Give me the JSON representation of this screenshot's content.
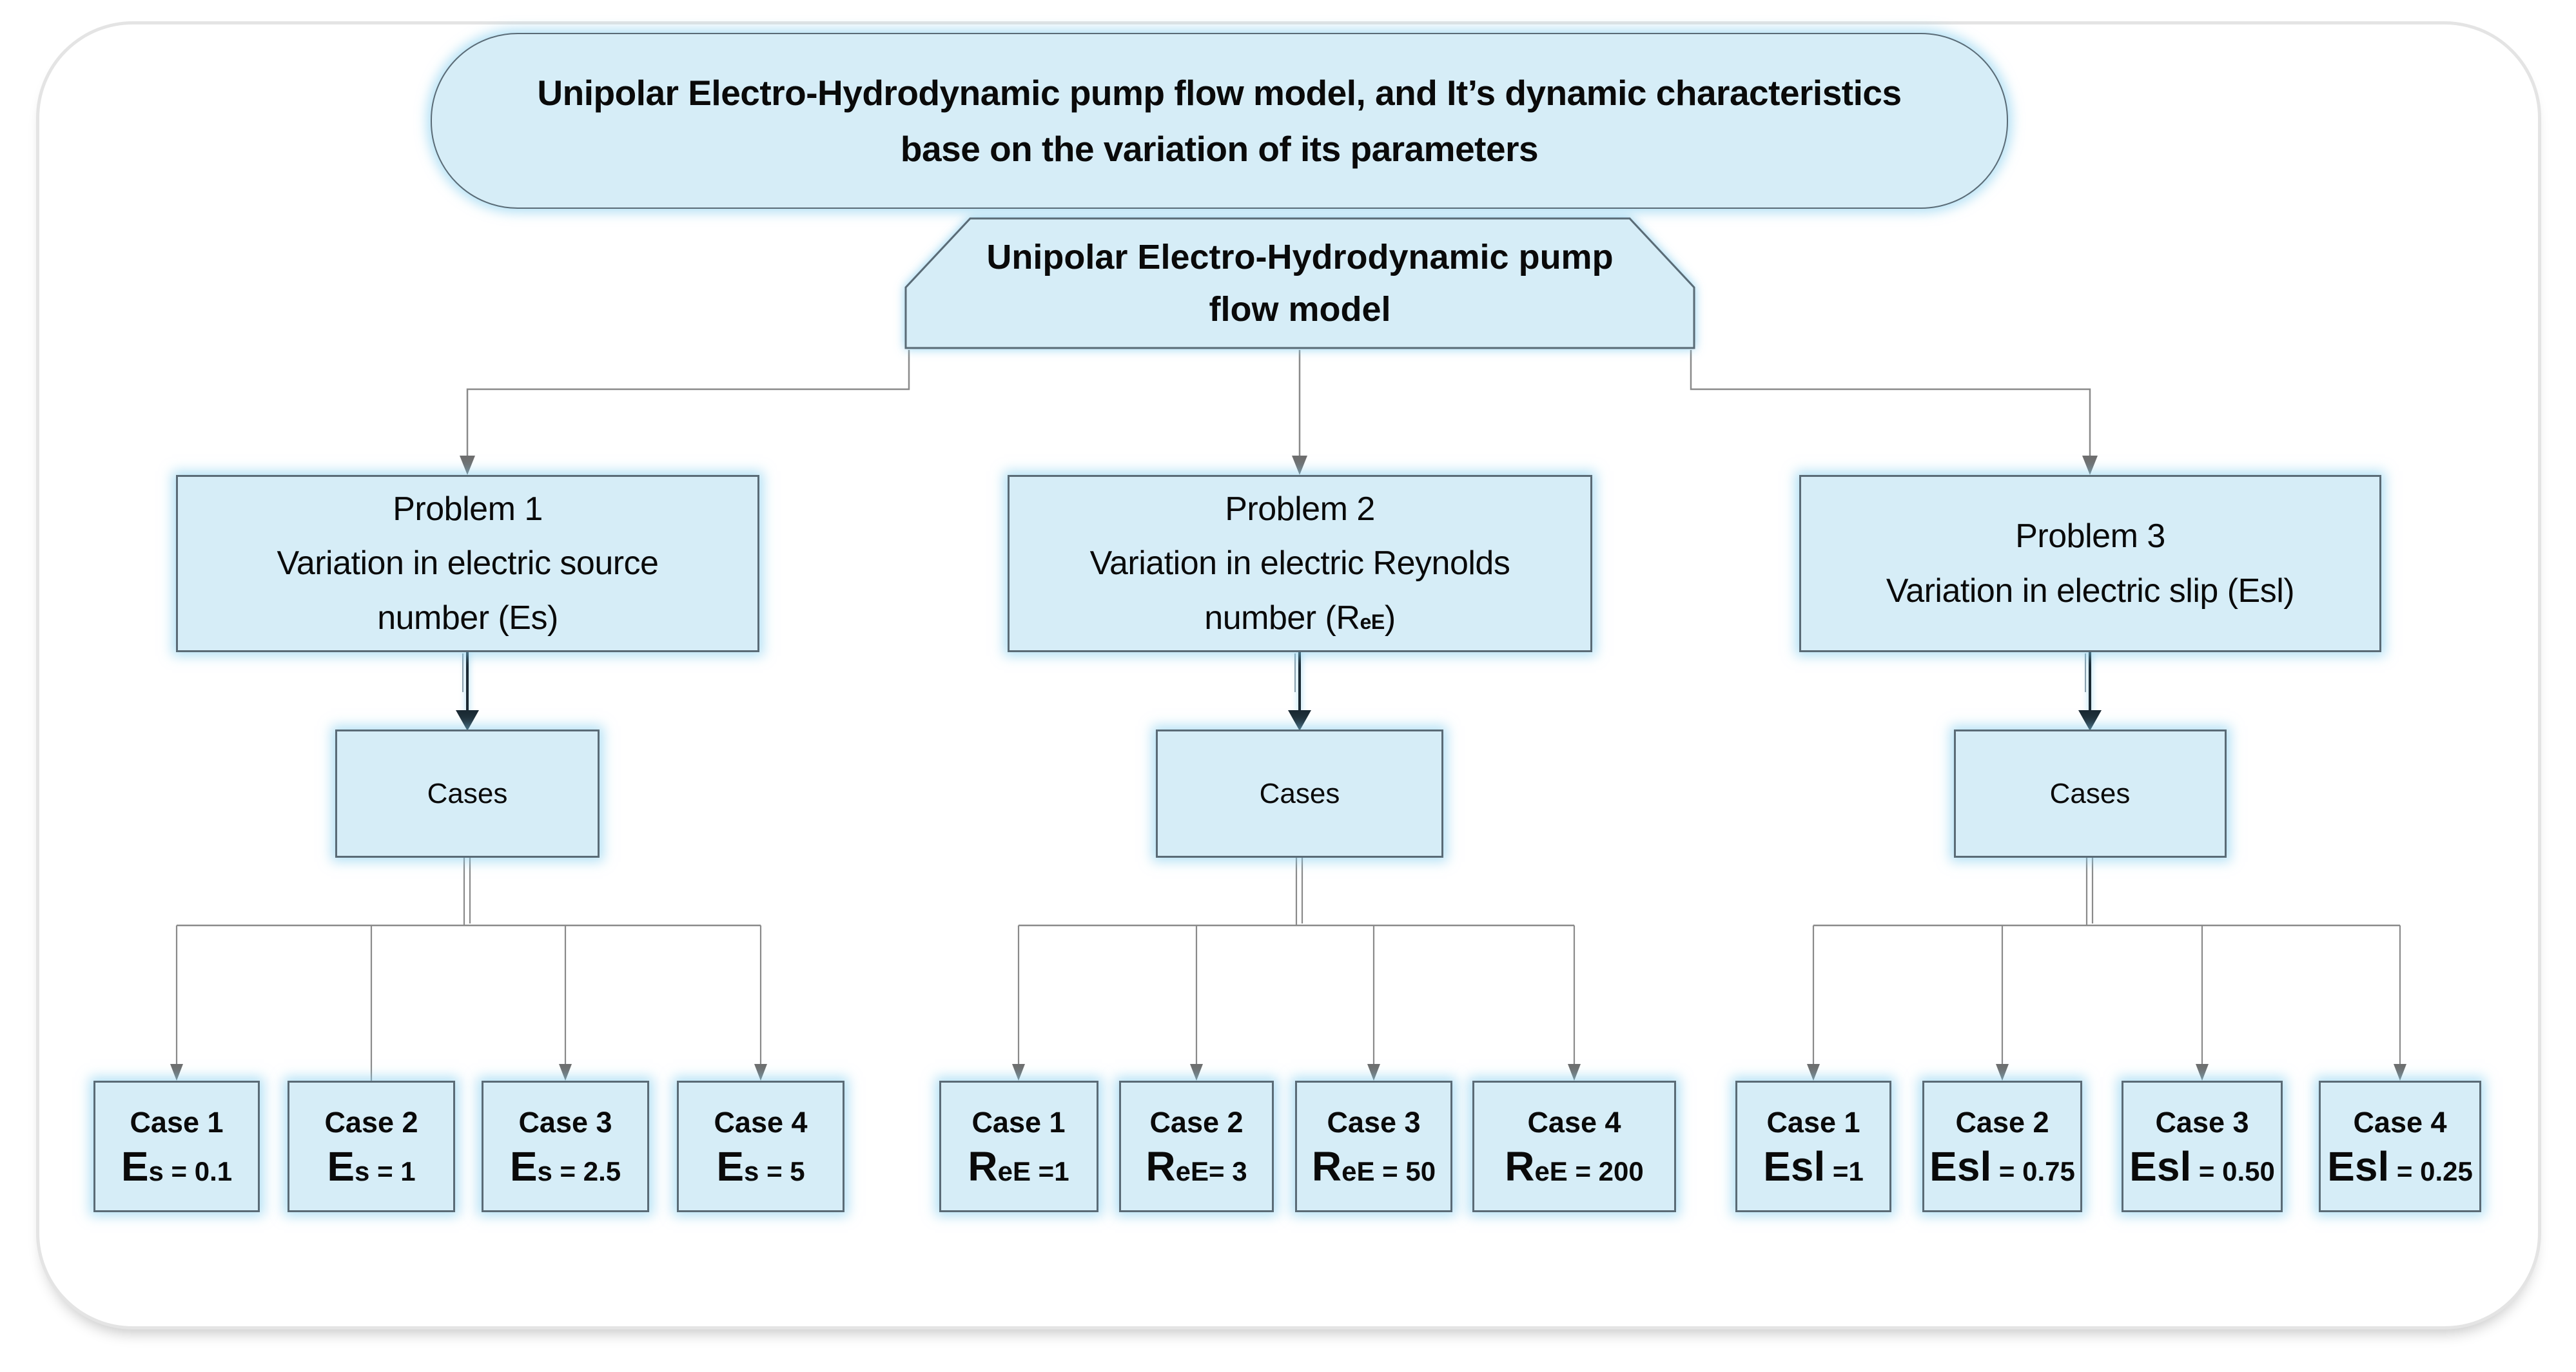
{
  "diagram": {
    "title": {
      "line1": "Unipolar Electro-Hydrodynamic pump flow model, and It’s dynamic characteristics",
      "line2": "base on the variation of its parameters"
    },
    "root": {
      "line1": "Unipolar Electro-Hydrodynamic pump",
      "line2": "flow model"
    },
    "cases_label": "Cases",
    "problems": [
      {
        "line1": "Problem 1",
        "line2": "Variation in electric source",
        "line3_pre": "number (Es)",
        "line3_sub": "",
        "line3_post": "",
        "cases": [
          {
            "label": "Case 1",
            "sym": "E",
            "sym_sub": "s",
            "eq": " = 0.1"
          },
          {
            "label": "Case 2",
            "sym": "E",
            "sym_sub": "s",
            "eq": " = 1"
          },
          {
            "label": "Case 3",
            "sym": "E",
            "sym_sub": "s",
            "eq": " = 2.5"
          },
          {
            "label": "Case 4",
            "sym": "E",
            "sym_sub": "s",
            "eq": " = 5"
          }
        ]
      },
      {
        "line1": "Problem 2",
        "line2": "Variation in electric Reynolds",
        "line3_pre": "number (R",
        "line3_sub": "eE",
        "line3_post": ")",
        "cases": [
          {
            "label": "Case 1",
            "sym": "R",
            "sym_sub": "eE",
            "eq": " =1"
          },
          {
            "label": "Case 2",
            "sym": "R",
            "sym_sub": "eE",
            "eq": "= 3"
          },
          {
            "label": "Case 3",
            "sym": "R",
            "sym_sub": "eE",
            "eq": " = 50"
          },
          {
            "label": "Case 4",
            "sym": "R",
            "sym_sub": "eE",
            "eq": " = 200"
          }
        ]
      },
      {
        "line1": "Problem 3",
        "line2": "Variation in electric slip (Esl)",
        "line3_pre": "",
        "line3_sub": "",
        "line3_post": "",
        "cases": [
          {
            "label": "Case 1",
            "sym": "Esl",
            "sym_sub": "",
            "eq": " =1"
          },
          {
            "label": "Case 2",
            "sym": "Esl",
            "sym_sub": "",
            "eq": " = 0.75"
          },
          {
            "label": "Case 3",
            "sym": "Esl",
            "sym_sub": "",
            "eq": " = 0.50"
          },
          {
            "label": "Case 4",
            "sym": "Esl",
            "sym_sub": "",
            "eq": " = 0.25"
          }
        ]
      }
    ],
    "colors": {
      "box_fill": "#d6edf7",
      "box_border": "#5a6b76",
      "glow": "#82cdee",
      "connector": "#8a8a8a",
      "arrow_gray": "#6e6e6e",
      "arrow_dark": "#1b2a33"
    }
  }
}
